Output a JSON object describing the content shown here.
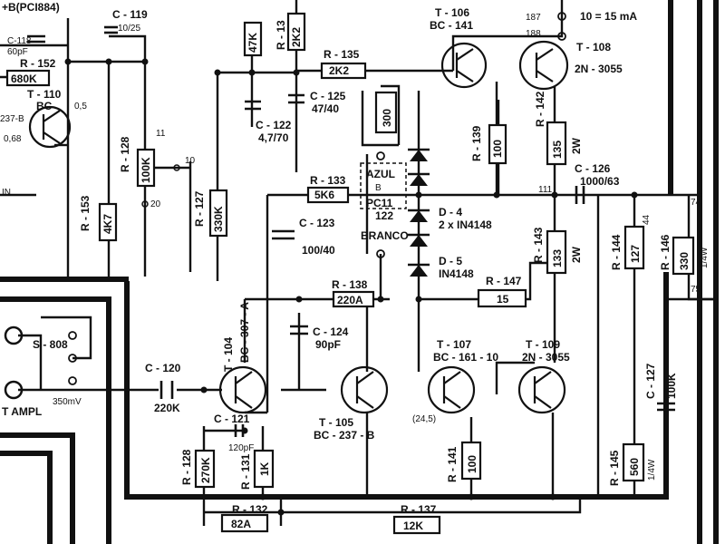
{
  "labels": {
    "top_left": "+B(PCI884)",
    "c119": "C - 119",
    "c119_val": "10/25",
    "c119b": "C-118",
    "c119b_val": "60pF",
    "r152": "R - 152",
    "r152_val": "680K",
    "t110": "T - 110",
    "t110_type": "BC",
    "t110_type2": "237-B",
    "t110_pin": "0,5",
    "t110_pin2": "0,68",
    "r153": "R - 153",
    "r153_val": "4K7",
    "r128_top": "R - 128",
    "r128_top_val": "100K",
    "in_label": "IN",
    "r127": "R - 127",
    "r127_val": "330K",
    "r129_val": "47K",
    "r130": "R - 13",
    "r130_val": "2K2",
    "c122": "C - 122",
    "c122_val": "4,7/70",
    "r135": "R - 135",
    "r135_val": "2K2",
    "c125": "C - 125",
    "c125_val": "47/40",
    "r134_val": "300",
    "r133": "R - 133",
    "r133_val": "5K6",
    "azul": "AZUL",
    "pc": "PC11",
    "pc2": "122",
    "branco": "BRANCO",
    "c123": "C - 123",
    "c123_val": "100/40",
    "t106": "T - 106",
    "t106_type": "BC - 141",
    "t108": "T - 108",
    "t108_type": "2N - 3055",
    "r139": "R - 139",
    "r139_val": "100",
    "r142": "R - 142",
    "r142_val": "135",
    "r142_w": "2W",
    "fuse_label": "10 = 15 mA",
    "pin187": "187",
    "pin188": "188",
    "c126": "C - 126",
    "c126_val": "1000/63",
    "d4": "D - 4",
    "d4_val": "2 x IN4148",
    "d5": "D - 5",
    "d5_val": "IN4148",
    "r143": "R - 143",
    "r143_val": "133",
    "r143_w": "2W",
    "r144": "R - 144",
    "r144_val": "127",
    "r146": "R - 146",
    "r146_val": "330",
    "r146_w": "1/4W",
    "r147": "R - 147",
    "r147_val": "15",
    "r138": "R - 138",
    "r138_val": "220A",
    "c124": "C - 124",
    "c124_val": "90pF",
    "s808": "S - 808",
    "ampl": "T AMPL",
    "mv": "350mV",
    "c120": "C - 120",
    "c120_val": "220K",
    "t104": "T - 104",
    "t104_type": "BC - 307 - A",
    "t105": "T - 105",
    "t105_type": "BC - 237 - B",
    "c121": "C - 121",
    "c121_val": "120pF",
    "t107": "T - 107",
    "t107_type": "BC - 161 - 10",
    "t107_pin": "(24,5)",
    "t109": "T - 109",
    "t109_type": "2N - 3055",
    "c127": "C - 127",
    "c127_val": "100K",
    "r128": "R - 128",
    "r128_val": "270K",
    "r131": "R - 131",
    "r131_val": "1K",
    "r141": "R - 141",
    "r141_val": "100",
    "r145": "R - 145",
    "r145_val": "560",
    "r145_w": "1/4W",
    "r132": "R - 132",
    "r132_val": "82A",
    "r137": "R - 137",
    "r137_val": "12K",
    "node74": "74",
    "node75": "75",
    "node_b": "B",
    "node11": "11",
    "node10": "10",
    "node20": "20",
    "node111": "111",
    "r_dash": "44"
  }
}
